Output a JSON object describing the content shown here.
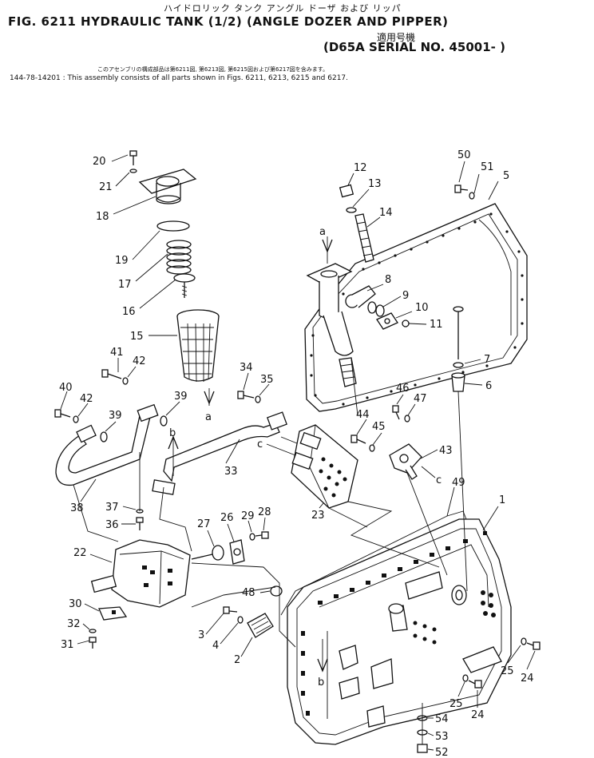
{
  "header": {
    "fig_title": "FIG. 6211  HYDRAULIC TANK (1/2)  (ANGLE DOZER AND PIPPER)",
    "jp_title": "ハイドロリック  タンク       アングル  ドーザ  および  リッパ",
    "jp_serial": "適用号機",
    "serial": "(D65A SERIAL NO. 45001- )",
    "note_jp": "このアセンブリの構成部品は第6211図, 第6213図, 第6215図および第6217図を含みます。",
    "note_en": "144-78-14201 : This assembly consists of all parts shown in Figs. 6211, 6213, 6215 and 6217."
  },
  "callouts": [
    {
      "id": "c-20",
      "text": "20"
    },
    {
      "id": "c-21",
      "text": "21"
    },
    {
      "id": "c-18",
      "text": "18"
    },
    {
      "id": "c-19",
      "text": "19"
    },
    {
      "id": "c-17",
      "text": "17"
    },
    {
      "id": "c-16",
      "text": "16"
    },
    {
      "id": "c-15",
      "text": "15"
    },
    {
      "id": "c-a1",
      "text": "a"
    },
    {
      "id": "c-41",
      "text": "41"
    },
    {
      "id": "c-42a",
      "text": "42"
    },
    {
      "id": "c-40",
      "text": "40"
    },
    {
      "id": "c-42b",
      "text": "42"
    },
    {
      "id": "c-39a",
      "text": "39"
    },
    {
      "id": "c-39b",
      "text": "39"
    },
    {
      "id": "c-b1",
      "text": "b"
    },
    {
      "id": "c-38",
      "text": "38"
    },
    {
      "id": "c-37",
      "text": "37"
    },
    {
      "id": "c-36",
      "text": "36"
    },
    {
      "id": "c-22",
      "text": "22"
    },
    {
      "id": "c-30",
      "text": "30"
    },
    {
      "id": "c-32",
      "text": "32"
    },
    {
      "id": "c-31",
      "text": "31"
    },
    {
      "id": "c-34",
      "text": "34"
    },
    {
      "id": "c-35",
      "text": "35"
    },
    {
      "id": "c-33",
      "text": "33"
    },
    {
      "id": "c-c1",
      "text": "c"
    },
    {
      "id": "c-23",
      "text": "23"
    },
    {
      "id": "c-27",
      "text": "27"
    },
    {
      "id": "c-26",
      "text": "26"
    },
    {
      "id": "c-29",
      "text": "29"
    },
    {
      "id": "c-28",
      "text": "28"
    },
    {
      "id": "c-48",
      "text": "48"
    },
    {
      "id": "c-3",
      "text": "3"
    },
    {
      "id": "c-4",
      "text": "4"
    },
    {
      "id": "c-2",
      "text": "2"
    },
    {
      "id": "c-b2",
      "text": "b"
    },
    {
      "id": "c-12",
      "text": "12"
    },
    {
      "id": "c-13",
      "text": "13"
    },
    {
      "id": "c-14",
      "text": "14"
    },
    {
      "id": "c-a2",
      "text": "a"
    },
    {
      "id": "c-8",
      "text": "8"
    },
    {
      "id": "c-9",
      "text": "9"
    },
    {
      "id": "c-10",
      "text": "10"
    },
    {
      "id": "c-11",
      "text": "11"
    },
    {
      "id": "c-7",
      "text": "7"
    },
    {
      "id": "c-6",
      "text": "6"
    },
    {
      "id": "c-50",
      "text": "50"
    },
    {
      "id": "c-51",
      "text": "51"
    },
    {
      "id": "c-5",
      "text": "5"
    },
    {
      "id": "c-46",
      "text": "46"
    },
    {
      "id": "c-47",
      "text": "47"
    },
    {
      "id": "c-44",
      "text": "44"
    },
    {
      "id": "c-45",
      "text": "45"
    },
    {
      "id": "c-43",
      "text": "43"
    },
    {
      "id": "c-c2",
      "text": "c"
    },
    {
      "id": "c-49",
      "text": "49"
    },
    {
      "id": "c-1",
      "text": "1"
    },
    {
      "id": "c-25a",
      "text": "25"
    },
    {
      "id": "c-24a",
      "text": "24"
    },
    {
      "id": "c-25b",
      "text": "25"
    },
    {
      "id": "c-24b",
      "text": "24"
    },
    {
      "id": "c-54",
      "text": "54"
    },
    {
      "id": "c-53",
      "text": "53"
    },
    {
      "id": "c-52",
      "text": "52"
    }
  ]
}
